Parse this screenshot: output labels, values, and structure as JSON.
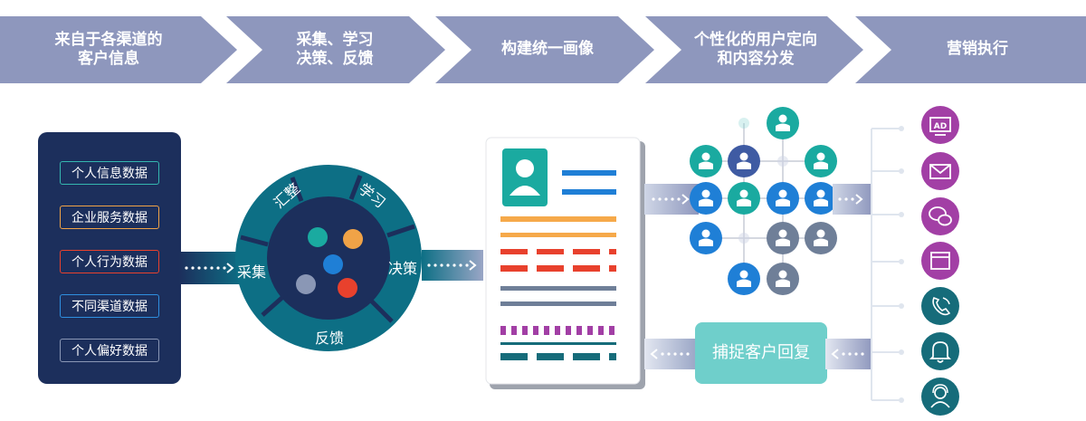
{
  "steps": [
    {
      "label": "来自于各渠道的\n客户信息"
    },
    {
      "label": "采集、学习\n决策、反馈"
    },
    {
      "label": "构建统一画像"
    },
    {
      "label": "个性化的用户定向\n和内容分发"
    },
    {
      "label": "营销执行"
    }
  ],
  "sources": [
    {
      "label": "个人信息数据",
      "color": "#35b7b0"
    },
    {
      "label": "企业服务数据",
      "color": "#f0a347"
    },
    {
      "label": "个人行为数据",
      "color": "#e8412d"
    },
    {
      "label": "不同渠道数据",
      "color": "#2f8fe0"
    },
    {
      "label": "个人偏好数据",
      "color": "#8a97b5"
    }
  ],
  "cycle": {
    "collect": "采集",
    "summarize": "汇整",
    "learn": "学习",
    "decide": "决策",
    "feedback": "反馈"
  },
  "reply_box": "捕捉客户回复",
  "colors": {
    "chevron": "#8e97bd",
    "navy": "#1c2f5c",
    "ring": "#0d6f85",
    "teal": "#1aaaa0",
    "blue": "#1f7fd6",
    "purple": "#a23fa5",
    "dark_teal": "#166c7a",
    "gray": "#6f7f98"
  },
  "channel_icons": [
    "ad-icon",
    "mail-icon",
    "chat-icon",
    "window-icon",
    "phone-icon",
    "bell-icon",
    "service-agent-icon"
  ]
}
